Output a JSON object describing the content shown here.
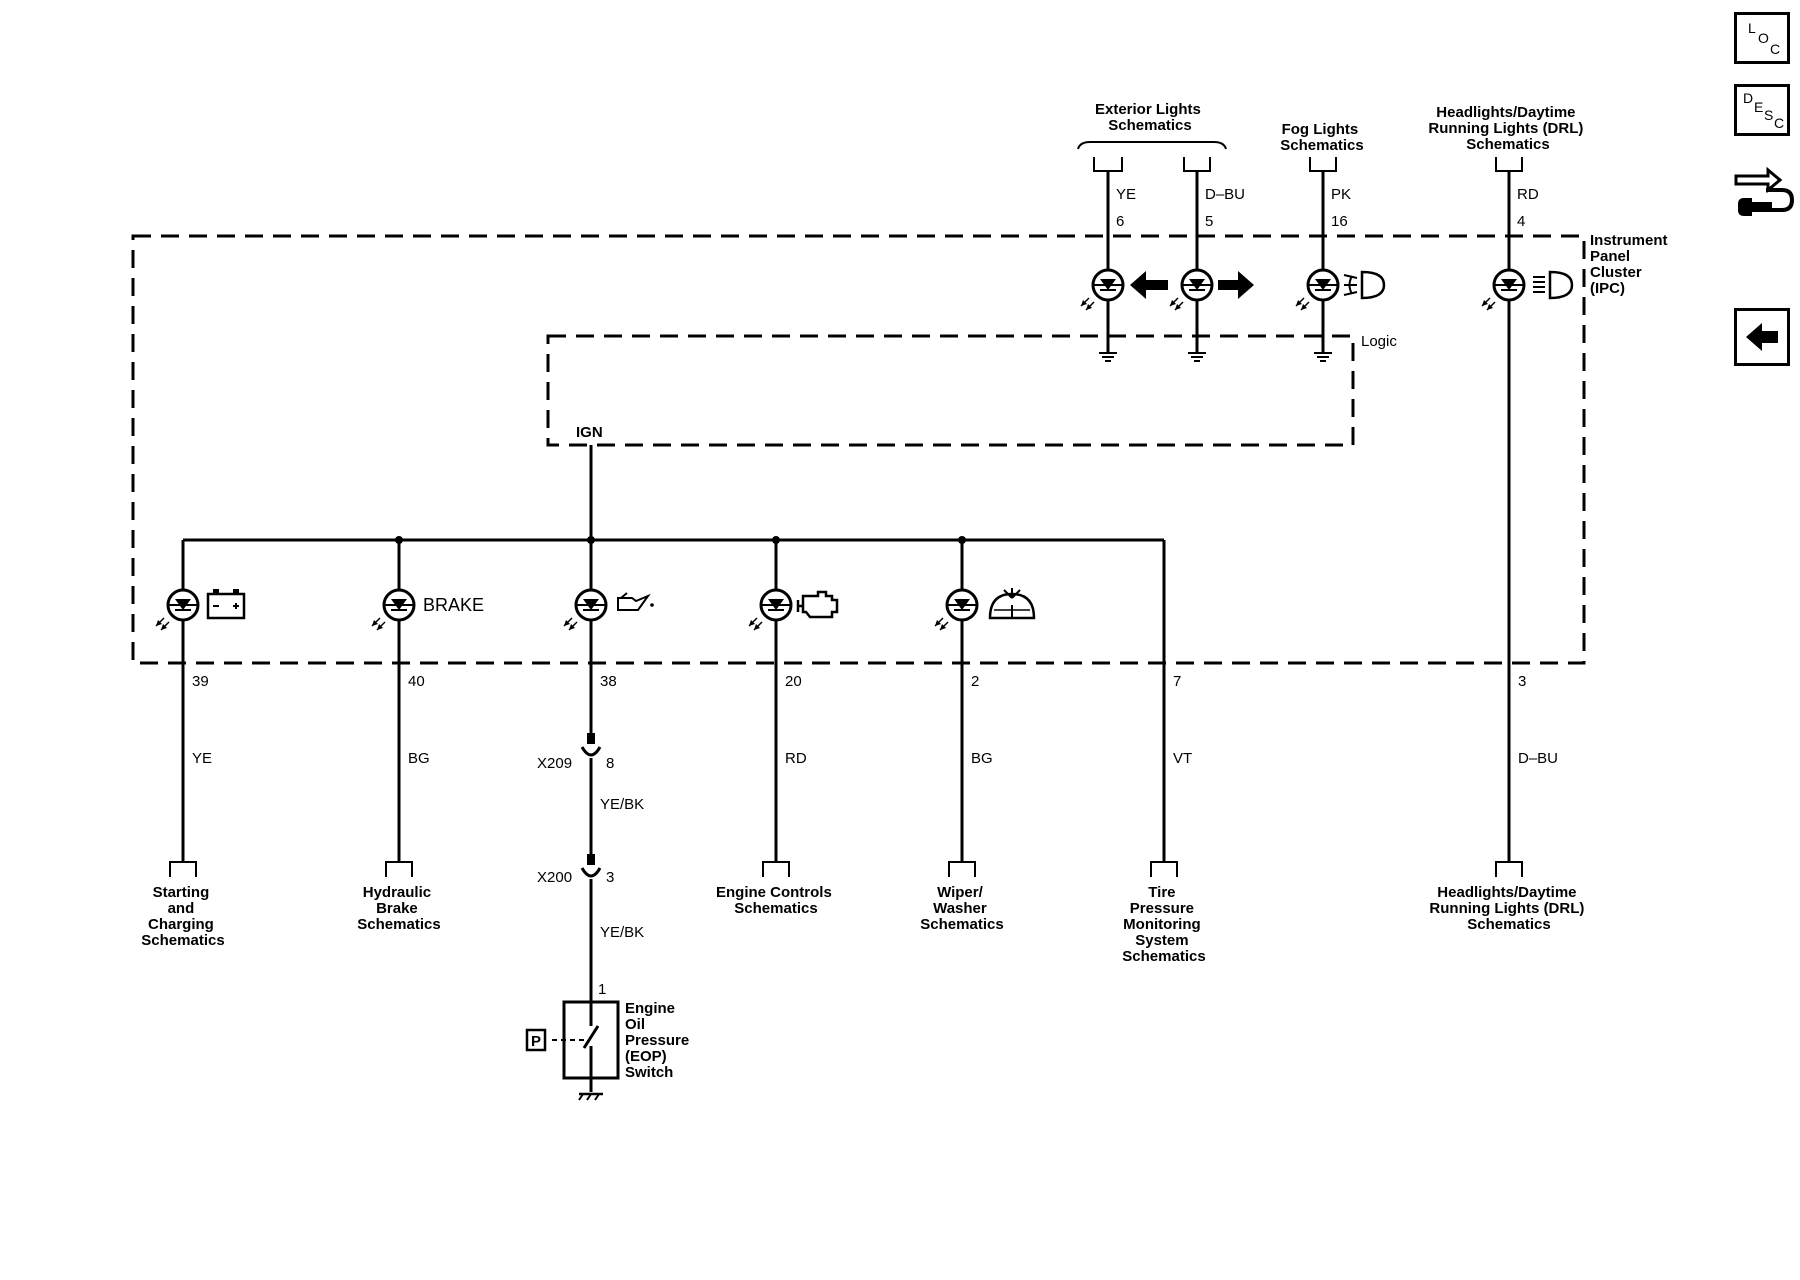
{
  "ipc": {
    "name_lines": [
      "Instrument",
      "Panel",
      "Cluster",
      "(IPC)"
    ]
  },
  "logic": {
    "label": "Logic",
    "ign_label": "IGN"
  },
  "top_refs": {
    "exterior": {
      "lines": [
        "Exterior Lights",
        "Schematics"
      ]
    },
    "fog": {
      "lines": [
        "Fog Lights",
        "Schematics"
      ]
    },
    "headlights": {
      "lines": [
        "Headlights/Daytime",
        "Running Lights (DRL)",
        "Schematics"
      ]
    }
  },
  "top_wires": [
    {
      "color": "YE",
      "pin": "6"
    },
    {
      "color": "D–BU",
      "pin": "5"
    },
    {
      "color": "PK",
      "pin": "16"
    },
    {
      "color": "RD",
      "pin": "4"
    }
  ],
  "indicators": {
    "brake_text": "BRAKE"
  },
  "bottom_wires": [
    {
      "pin": "39",
      "color": "YE",
      "ref_lines": [
        "Starting",
        "and",
        "Charging",
        "Schematics"
      ]
    },
    {
      "pin": "40",
      "color": "BG",
      "ref_lines": [
        "Hydraulic",
        "Brake",
        "Schematics"
      ]
    },
    {
      "pin": "38",
      "color": "",
      "ref_lines": []
    },
    {
      "pin": "20",
      "color": "RD",
      "ref_lines": [
        "Engine Controls",
        "Schematics"
      ]
    },
    {
      "pin": "2",
      "color": "BG",
      "ref_lines": [
        "Wiper/",
        "Washer",
        "Schematics"
      ]
    },
    {
      "pin": "7",
      "color": "VT",
      "ref_lines": [
        "Tire",
        "Pressure",
        "Monitoring",
        "System",
        "Schematics"
      ]
    },
    {
      "pin": "3",
      "color": "D–BU",
      "ref_lines": [
        "Headlights/Daytime",
        "Running Lights (DRL)",
        "Schematics"
      ]
    }
  ],
  "oil_circuit": {
    "x209": {
      "name": "X209",
      "pin": "8"
    },
    "wire1": "YE/BK",
    "x200": {
      "name": "X200",
      "pin": "3"
    },
    "wire2": "YE/BK",
    "eop_pin": "1",
    "eop_lines": [
      "Engine",
      "Oil",
      "Pressure",
      "(EOP)",
      "Switch"
    ],
    "p_symbol": "P"
  },
  "side_nav": {
    "loc": [
      "L",
      "O",
      "C"
    ],
    "desc": [
      "D",
      "E",
      "S",
      "C"
    ]
  }
}
